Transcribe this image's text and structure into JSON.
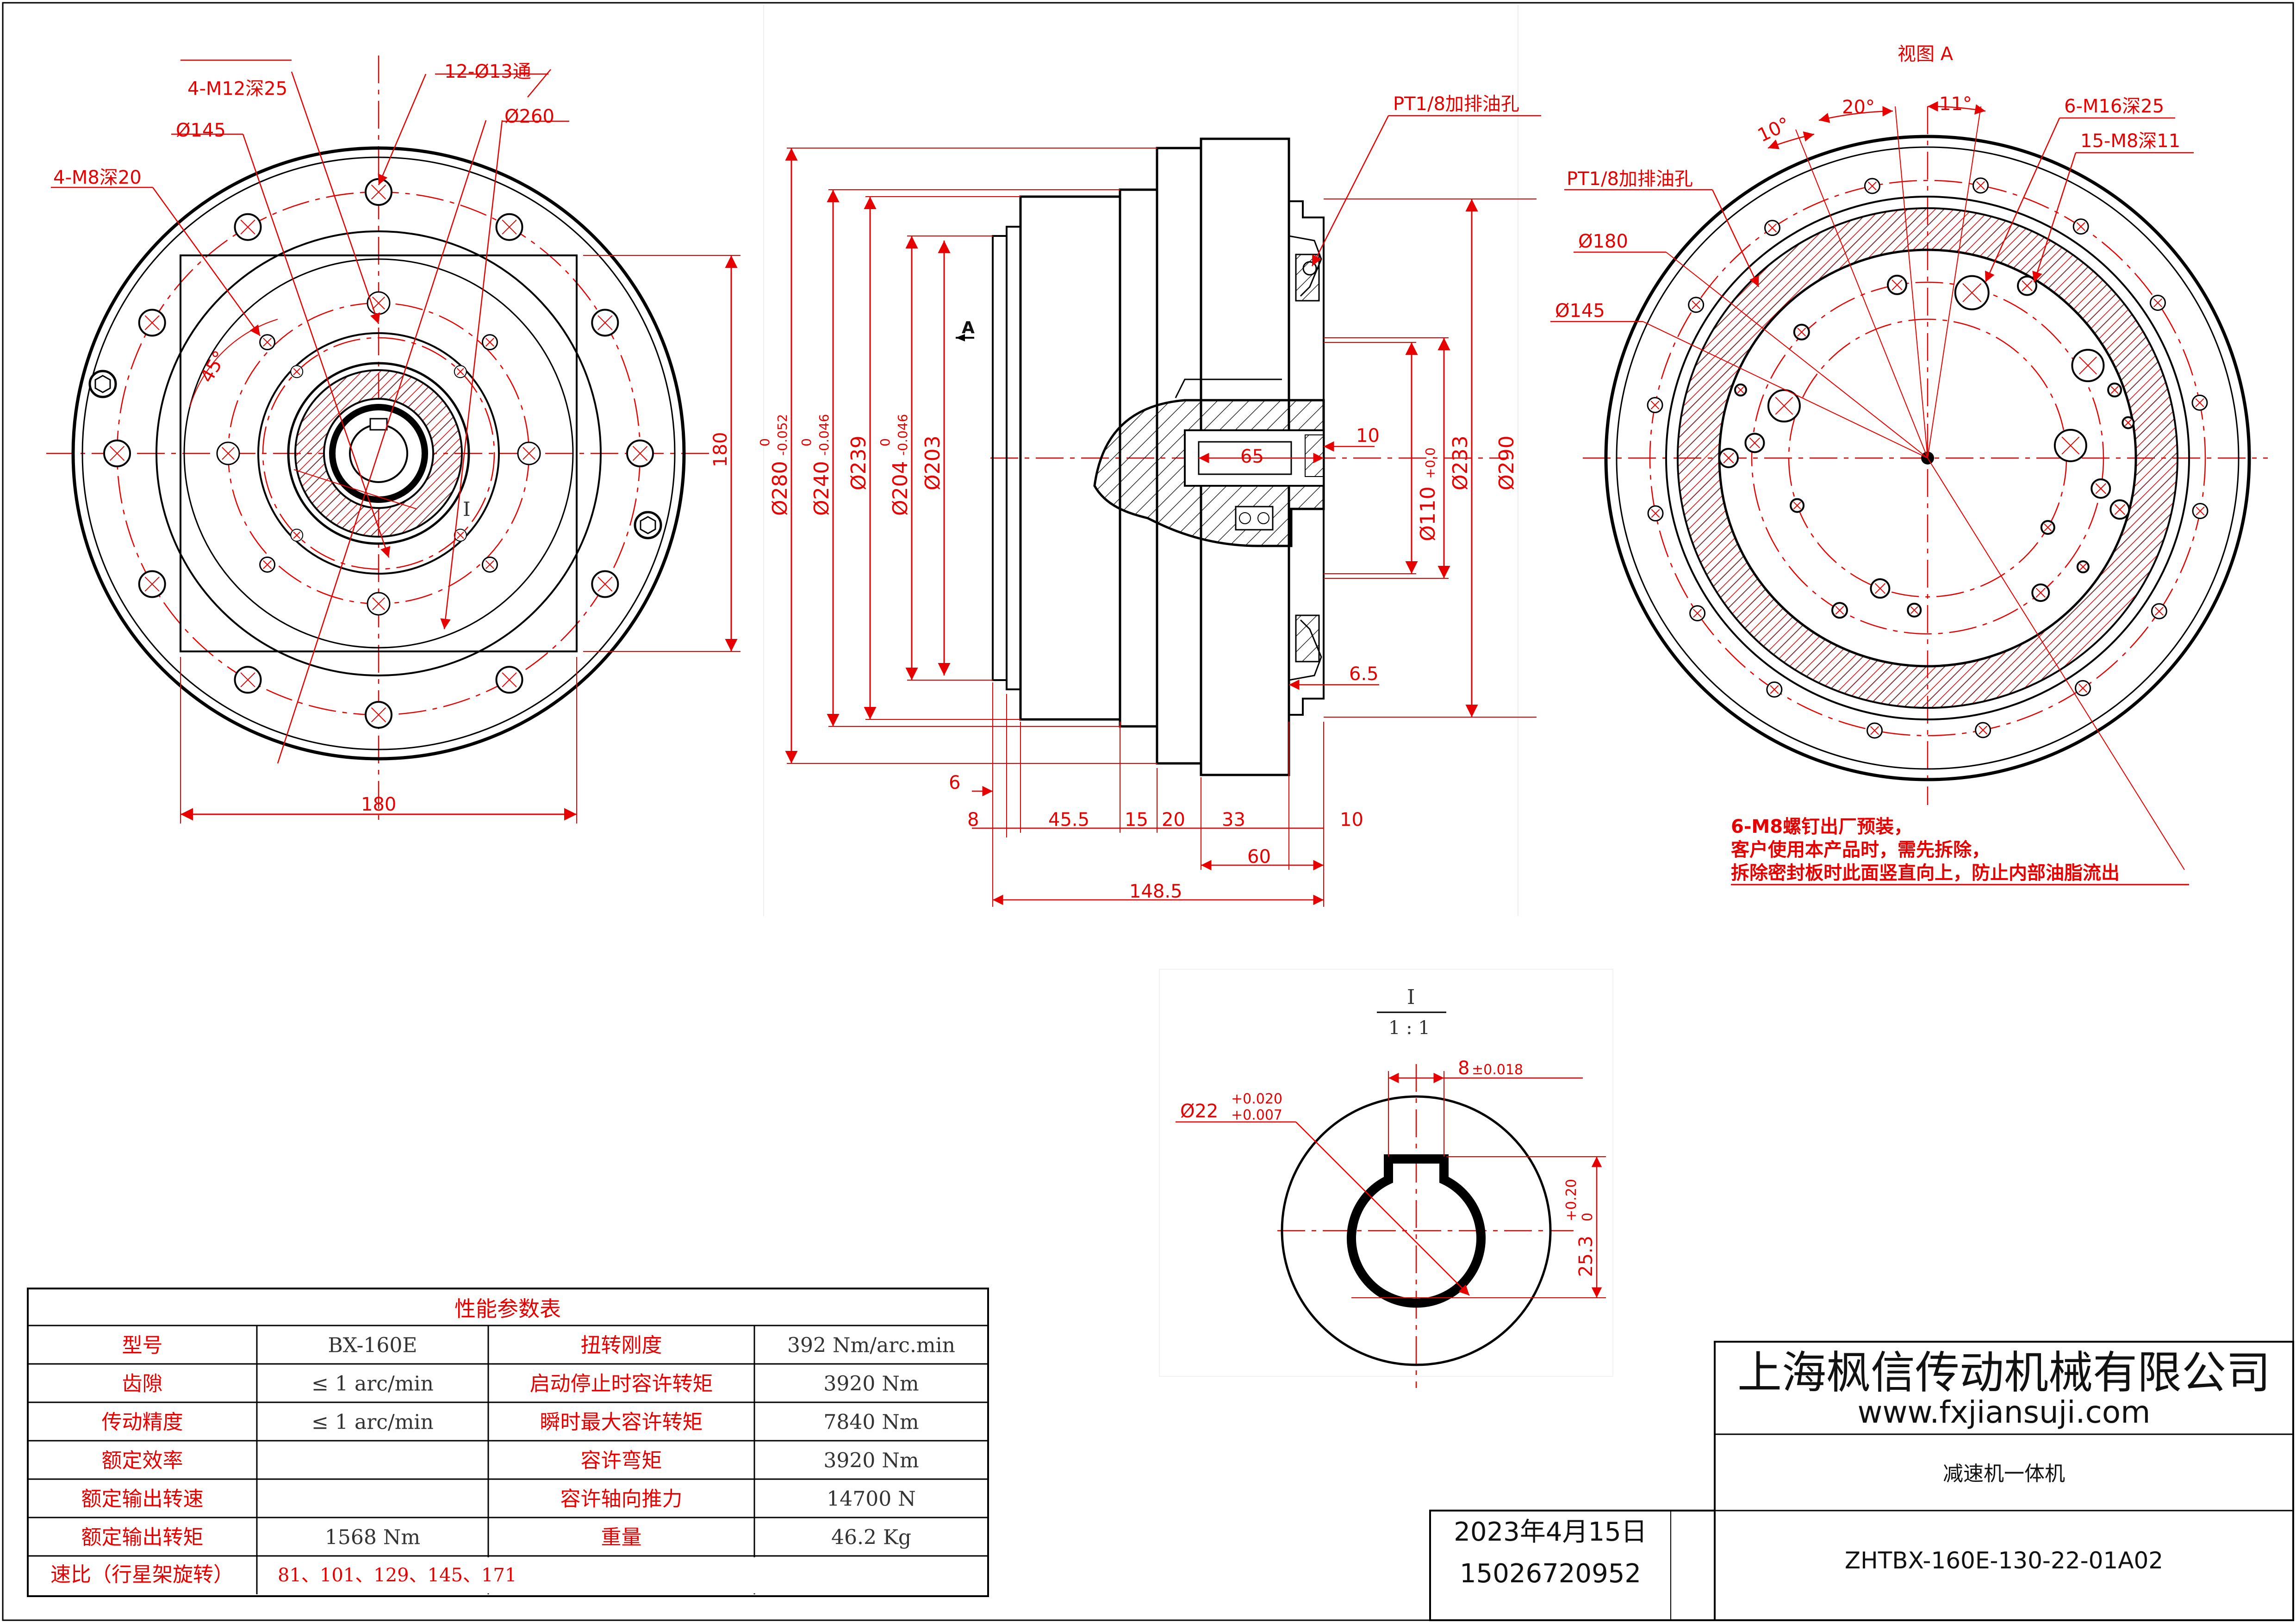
{
  "front_view": {
    "labels": {
      "tapped_m12": "4-M12深25",
      "through_holes": "12-Ø13通",
      "dia_145": "Ø145",
      "dia_260": "Ø260",
      "tapped_m8": "4-M8深20",
      "angle": "45°",
      "width": "180",
      "height": "180",
      "section_mark": "I"
    }
  },
  "side_view": {
    "oil_hole": "PT1/8加排油孔",
    "view_arrow": "A",
    "dims": {
      "d280": "Ø280",
      "d280_tol_upper": "0",
      "d280_tol_lower": "-0.052",
      "d240": "Ø240",
      "d240_tol_upper": "0",
      "d240_tol_lower": "-0.046",
      "d239": "Ø239",
      "d204": "Ø204",
      "d204_tol_upper": "0",
      "d204_tol_lower": "-0.046",
      "d203": "Ø203",
      "d110": "Ø110",
      "d110_tol": "+0.0",
      "d233": "Ø233",
      "d290": "Ø290",
      "len_65": "65",
      "len_10_top": "10",
      "len_6_5": "6.5",
      "len_6": "6",
      "len_8": "8",
      "len_45_5": "45.5",
      "len_15": "15",
      "len_20": "20",
      "len_33": "33",
      "len_10_bottom": "10",
      "len_60": "60",
      "len_148_5": "148.5"
    }
  },
  "view_a": {
    "title": "视图 A",
    "angle_10": "10°",
    "angle_20": "20°",
    "angle_11": "11°",
    "tapped_m16": "6-M16深25",
    "tapped_m8": "15-M8深11",
    "oil_hole": "PT1/8加排油孔",
    "dia_180": "Ø180",
    "dia_145": "Ø145",
    "note_line1": "6-M8螺钉出厂预装，",
    "note_line2": "客户使用本产品时，需先拆除，",
    "note_line3": "拆除密封板时此面竖直向上，防止内部油脂流出"
  },
  "detail_i": {
    "title": "I",
    "scale": "1 : 1",
    "key_width": "8",
    "key_width_tol": "±0.018",
    "bore": "Ø22",
    "bore_tol_upper": "+0.020",
    "bore_tol_lower": "+0.007",
    "key_depth": "25.3",
    "key_depth_tol_upper": "+0.20",
    "key_depth_tol_lower": "0"
  },
  "performance_table": {
    "title": "性能参数表",
    "rows": [
      [
        "型号",
        "BX-160E",
        "扭转刚度",
        "392 Nm/arc.min"
      ],
      [
        "齿隙",
        "≤ 1 arc/min",
        "启动停止时容许转矩",
        "3920 Nm"
      ],
      [
        "传动精度",
        "≤ 1 arc/min",
        "瞬时最大容许转矩",
        "7840 Nm"
      ],
      [
        "额定效率",
        "",
        "容许弯矩",
        "3920 Nm"
      ],
      [
        "额定输出转速",
        "",
        "容许轴向推力",
        "14700 N"
      ],
      [
        "额定输出转矩",
        "1568 Nm",
        "重量",
        "46.2 Kg"
      ]
    ],
    "ratio_label": "速比（行星架旋转）",
    "ratio_value": "81、101、129、145、171"
  },
  "title_block": {
    "company": "上海枫信传动机械有限公司",
    "website": "www.fxjiansuji.com",
    "product": "减速机一体机",
    "date": "2023年4月15日",
    "phone": "15026720952",
    "drawing_no": "ZHTBX-160E-130-22-01A02"
  }
}
